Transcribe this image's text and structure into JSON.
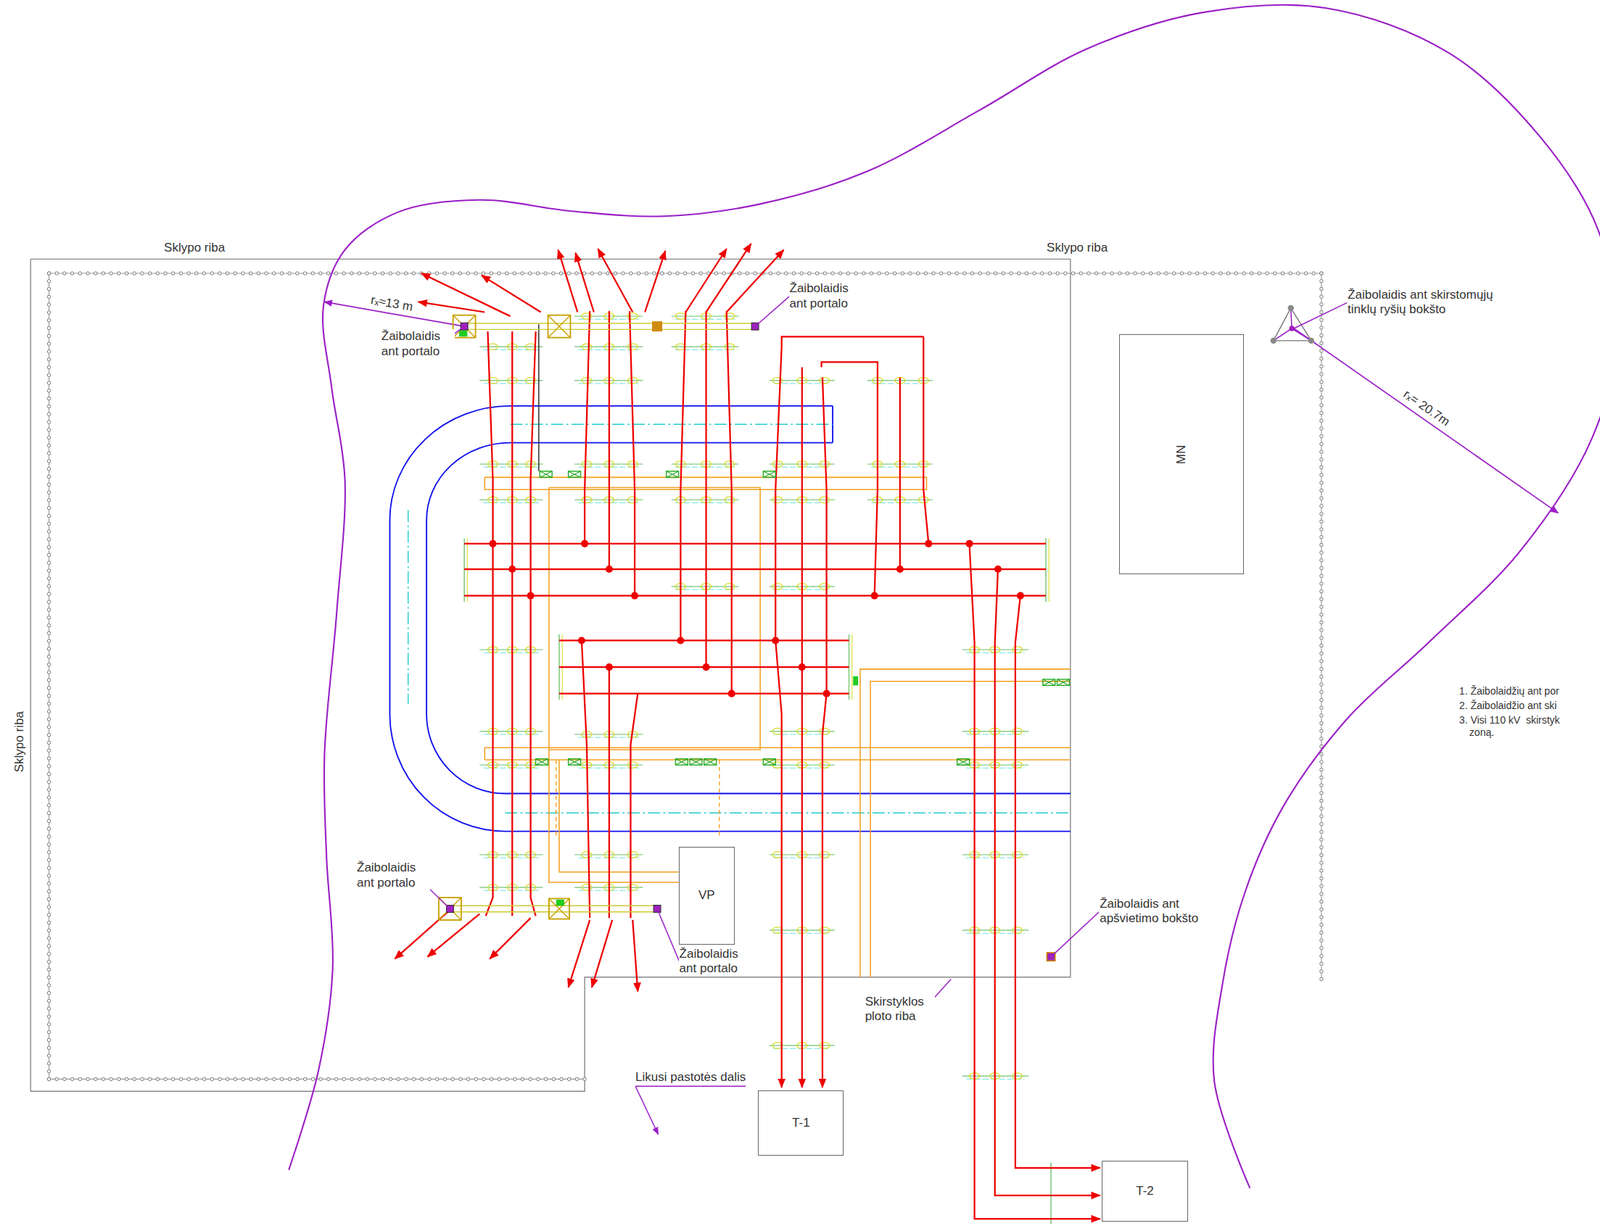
{
  "diagram": {
    "nodes": [
      {
        "text": [
          "MN"
        ]
      },
      {
        "text": [
          "VP"
        ]
      },
      {
        "text": [
          "T-1"
        ]
      },
      {
        "text": [
          "T-2"
        ]
      }
    ],
    "labels": [
      "Sklypo riba",
      "Sklypo riba",
      "Sklypo riba",
      "rₓ≈13 m",
      "Žaibolaidis ant portalo",
      "Žaibolaidis ant portalo",
      "Žaibolaidis ant skirstomųjų tinklų ryšių bokšto",
      "rₓ= 20.7m",
      "Žaibolaidis ant portalo",
      "Žaibolaidis ant portalo",
      "Žaibolaidis ant apšvietimo bokšto",
      "Skirstyklos ploto riba",
      "Likusi pastotės dalis",
      "1. Žaibolaidžių ant por",
      "2. Žaibolaidžio ant ski",
      "3. Visi 110 kV  skirstyk zoną."
    ]
  }
}
